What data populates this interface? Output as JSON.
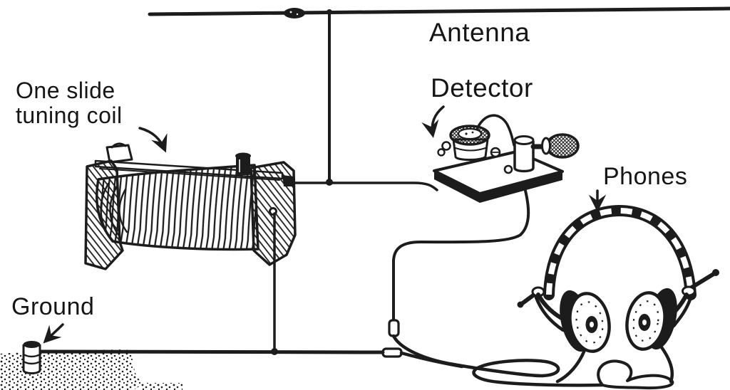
{
  "figure": {
    "bg_color": "#ffffff",
    "ink_color": "#1c1c1c",
    "labels": {
      "antenna": "Antenna",
      "coil_line1": "One slide",
      "coil_line2": "tuning coil",
      "detector": "Detector",
      "phones": "Phones",
      "ground": "Ground"
    },
    "components": [
      {
        "id": "antenna-wire",
        "label": "Antenna"
      },
      {
        "id": "one-slide-tuning-coil",
        "label": "One slide tuning coil"
      },
      {
        "id": "crystal-detector",
        "label": "Detector"
      },
      {
        "id": "headphones",
        "label": "Phones"
      },
      {
        "id": "ground-connection",
        "label": "Ground"
      }
    ]
  }
}
